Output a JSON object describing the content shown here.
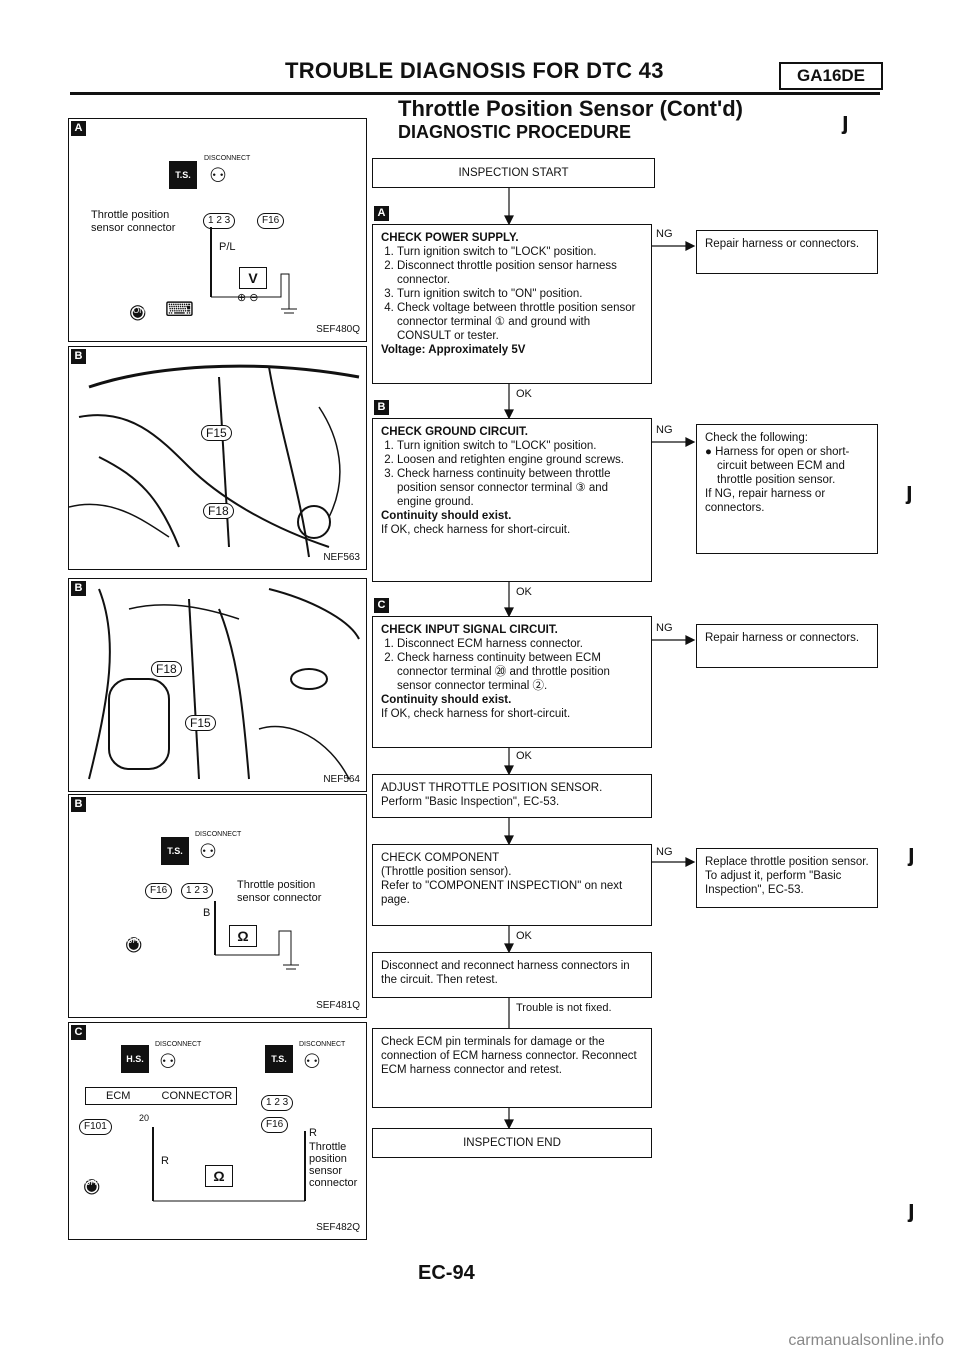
{
  "header": {
    "title": "TROUBLE DIAGNOSIS FOR DTC 43",
    "engine_badge": "GA16DE",
    "subtitle": "Throttle Position Sensor (Cont'd)",
    "section": "DIAGNOSTIC PROCEDURE"
  },
  "left_panels": {
    "a": {
      "tag": "A",
      "disconnect": "DISCONNECT",
      "ts": "T.S.",
      "label_line1": "Throttle position",
      "label_line2": "sensor connector",
      "conn_pins": "1 2 3",
      "conn_id": "F16",
      "wire": "P/L",
      "meter": "V",
      "plusminus": "⊕ ⊖",
      "ign": "ON",
      "ref": "SEF480Q"
    },
    "b1": {
      "tag": "B",
      "loc1": "F15",
      "loc2": "F18",
      "ref": "NEF563"
    },
    "b2": {
      "tag": "B",
      "loc1": "F18",
      "loc2": "F15",
      "ref": "NEF564"
    },
    "b3": {
      "tag": "B",
      "disconnect": "DISCONNECT",
      "ts": "T.S.",
      "conn_id": "F16",
      "conn_pins": "1 2 3",
      "label_line1": "Throttle position",
      "label_line2": "sensor connector",
      "wire": "B",
      "meter": "Ω",
      "ign": "OFF",
      "ref": "SEF481Q"
    },
    "c": {
      "tag": "C",
      "disconnect1": "DISCONNECT",
      "hs": "H.S.",
      "disconnect2": "DISCONNECT",
      "ts": "T.S.",
      "ecm_label": "ECM",
      "connector_label": "CONNECTOR",
      "conn_f101": "F101",
      "pin20": "20",
      "conn_pins": "1 2 3",
      "conn_f16": "F16",
      "wire_left": "R",
      "wire_right": "R",
      "meter": "Ω",
      "sensor_label1": "Throttle",
      "sensor_label2": "position",
      "sensor_label3": "sensor",
      "sensor_label4": "connector",
      "ign": "OFF",
      "ref": "SEF482Q"
    }
  },
  "flow": {
    "start": "INSPECTION START",
    "step_a": {
      "tag": "A",
      "title": "CHECK POWER SUPPLY.",
      "items": [
        "Turn ignition switch to \"LOCK\" position.",
        "Disconnect throttle position sensor harness connector.",
        "Turn ignition switch to \"ON\" position.",
        "Check voltage between throttle position sensor connector terminal ① and ground with CONSULT or tester."
      ],
      "result": "Voltage: Approximately 5V",
      "ng": "NG",
      "ok": "OK",
      "ng_action": "Repair harness or connectors."
    },
    "step_b": {
      "tag": "B",
      "title": "CHECK GROUND CIRCUIT.",
      "items": [
        "Turn ignition switch to \"LOCK\" position.",
        "Loosen and retighten engine ground screws.",
        "Check harness continuity between throttle position sensor connector terminal ③ and engine ground."
      ],
      "result": "Continuity should exist.",
      "note": "If OK, check harness for short-circuit.",
      "ng": "NG",
      "ok": "OK",
      "ng_action_title": "Check the following:",
      "ng_action_bullet": "Harness for open or short-circuit between ECM and throttle position sensor.",
      "ng_action_note": "If NG, repair harness or connectors."
    },
    "step_c": {
      "tag": "C",
      "title": "CHECK INPUT SIGNAL CIRCUIT.",
      "items": [
        "Disconnect ECM harness connector.",
        "Check harness continuity between ECM connector terminal ⑳ and throttle position sensor connector terminal ②."
      ],
      "result": "Continuity should exist.",
      "note": "If OK, check harness for short-circuit.",
      "ng": "NG",
      "ok": "OK",
      "ng_action": "Repair harness or connectors."
    },
    "adjust": {
      "line1": "ADJUST THROTTLE POSITION SENSOR.",
      "line2": "Perform \"Basic Inspection\", EC-53."
    },
    "component": {
      "line1": "CHECK COMPONENT",
      "line2": "(Throttle position sensor).",
      "line3": "Refer to \"COMPONENT INSPECTION\" on next page.",
      "ng": "NG",
      "ok": "OK",
      "ng_action": "Replace throttle position sensor. To adjust it, perform \"Basic Inspection\", EC-53."
    },
    "reconnect": {
      "text": "Disconnect and reconnect harness connectors in the circuit. Then retest.",
      "after": "Trouble is not fixed."
    },
    "ecm_check": {
      "text": "Check ECM pin terminals for damage or the connection of ECM harness connector. Reconnect ECM harness connector and retest."
    },
    "end": "INSPECTION END"
  },
  "footer": {
    "page": "EC-94",
    "watermark": "carmanualsonline.info"
  }
}
